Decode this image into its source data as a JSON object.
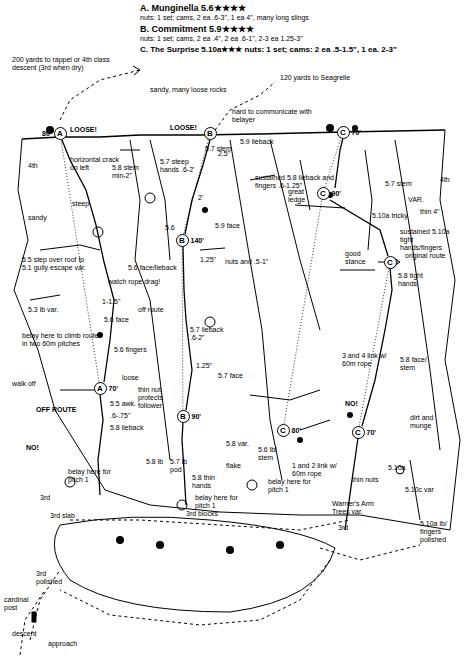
{
  "diagram": {
    "nodes": [
      {
        "text": [
          "A",
          "80'"
        ]
      },
      {
        "text": [
          "B"
        ]
      },
      {
        "text": [
          "C",
          "70'"
        ]
      },
      {
        "text": [
          "B",
          "140'"
        ]
      },
      {
        "text": [
          "C",
          "90'"
        ]
      },
      {
        "text": [
          "C"
        ]
      },
      {
        "text": [
          "A",
          "70'"
        ]
      },
      {
        "text": [
          "B",
          "90'"
        ]
      },
      {
        "text": [
          "C",
          "80'"
        ]
      },
      {
        "text": [
          "C",
          "70'"
        ]
      }
    ],
    "edges": [
      {
        "from": 6,
        "to": 0,
        "arrow": "none"
      },
      {
        "from": 7,
        "to": 3,
        "arrow": "none"
      },
      {
        "from": 3,
        "to": 1,
        "arrow": "none"
      },
      {
        "from": 9,
        "to": 5,
        "arrow": "none"
      },
      {
        "from": 8,
        "to": 4,
        "arrow": "none"
      },
      {
        "from": 4,
        "to": 2,
        "arrow": "none"
      }
    ],
    "labels": [
      "A. Munginella 5.6★★★★",
      "nuts: 1 set; cams, 2 ea .6-3\", 1 ea 4\", many long slings",
      "B. Commitment 5.9★★★★",
      "nuts: 1 set; cams, 2 ea .4\", 2 ea .6-1\", 2-3 ea 1.25-3\"",
      "C. The Surprise 5.10a★★★ nuts: 1 set; cams: 2 ea .5-1.5\", 1 ea. 2-3\"",
      "200 yards to rappel or 4th class descent (3rd when dry)",
      "sandy, many loose rocks",
      "120 yards to Seagrelle",
      "hard to communicate with belayer",
      "LOOSE!",
      "LOOSE!",
      "4th",
      "horizontal crack on left",
      "sandy",
      "steep",
      "5.8 stem min-2\"",
      "5.7 steep hands .6-2'",
      "5.7 stem",
      "5.9 lieback",
      "2.5\"",
      "sustained 5.8 lieback and fingers .6-1.25\"",
      "5.9 face",
      "1.25\"",
      "nuts and .5-1\"",
      "2'",
      "5.6",
      "5.5 step over roof to 5.1 gully escape var.",
      "5.6 face/lieback",
      "watch rope drag!",
      "5.3 lb var.",
      "1-1.5\"",
      "5.6 face",
      "off route",
      "belay here to climb route in two 60m pitches",
      "5.6 fingers",
      "loose",
      "5.5 awk.",
      ".6-.75\"",
      "5.8 lieback",
      "OFF ROUTE",
      "walk off",
      "NO!",
      "5.8 lb",
      "5.7 lb pod",
      "5.8 thin hands",
      "belay here for pitch 1",
      "belay here for pitch 1",
      "5.7 lieback .6-2\"",
      "1.25\"",
      "5.7 face",
      "thin nut protects follower",
      "5.8 var.",
      "flake",
      "belay here for pitch 1",
      "5.6 lb/ stem",
      "1 and 2 link w/ 60m rope",
      "3 and 4 link w/ 60m rope",
      "NO!",
      "5.8 face/ stem",
      "dirt and munge",
      "5.10a",
      "thin nuts",
      "5.10c var",
      "5.10a lb/ fingers polished",
      "Warner's Arm Trees var.",
      "5.7 stem",
      "great ledge",
      "VAR.",
      "5.10a tricky",
      "thin 4\"",
      "sustained 5.10a tight hands/fingers",
      "good stance",
      "original route",
      "5.8 tight hands",
      "3rd",
      "3rd slab",
      "3rd polished",
      "3rd blocks",
      "3rd",
      "cardinal post",
      "descent",
      "approach",
      "4th"
    ]
  }
}
